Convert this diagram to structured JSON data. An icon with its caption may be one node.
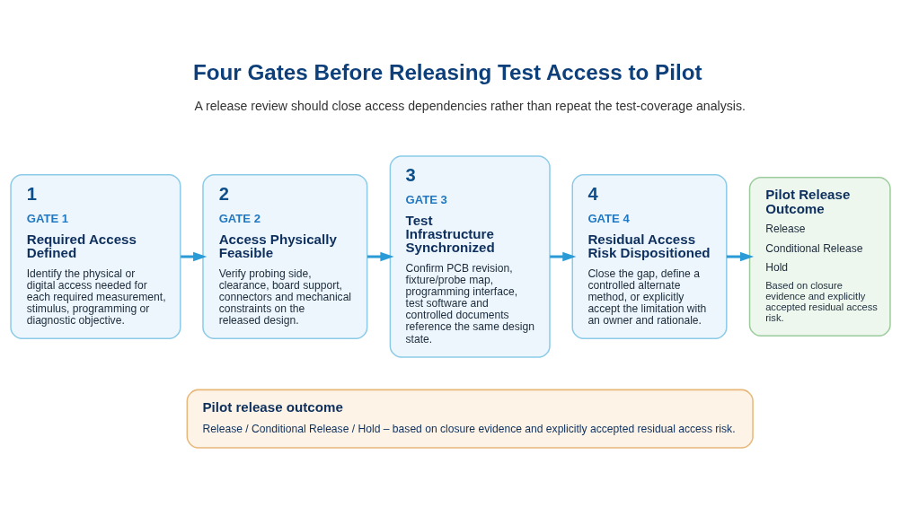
{
  "diagram": {
    "title": "Four Gates Before Releasing Test Access to Pilot",
    "nodes": [
      {
        "text": [
          "1",
          "GATE 1",
          "Required Access Defined",
          "Identify the physical or digital access needed for each required measurement, stimulus, programming or diagnostic objective."
        ]
      },
      {
        "text": [
          "2",
          "GATE 2",
          "Access Physically Feasible",
          "Verify probing side, clearance, board support, connectors and mechanical constraints on the released design."
        ]
      },
      {
        "text": [
          "3",
          "GATE 3",
          "Test Infrastructure Synchronized",
          "Confirm PCB revision, fixture/probe map, programming interface, test software and controlled documents reference the same design state."
        ]
      },
      {
        "text": [
          "4",
          "GATE 4",
          "Residual Access Risk Dispositioned",
          "Close the gap, define a controlled alternate method, or explicitly accept the limitation with an owner and rationale."
        ]
      },
      {
        "text": [
          "Pilot Release Outcome",
          "Release",
          "Conditional Release",
          "Hold",
          "Based on closure evidence and explicitly accepted residual access risk."
        ]
      },
      {
        "text": [
          "Pilot release outcome",
          "Release / Conditional Release / Hold – based on closure evidence and explicitly accepted residual access risk."
        ]
      }
    ],
    "edges": [
      {
        "from": 0,
        "to": 1,
        "arrow": "to"
      },
      {
        "from": 1,
        "to": 2,
        "arrow": "to"
      },
      {
        "from": 2,
        "to": 3,
        "arrow": "to"
      },
      {
        "from": 3,
        "to": 4,
        "arrow": "to"
      }
    ],
    "labels": [
      "A release review should close access dependencies rather than repeat the test-coverage analysis."
    ]
  }
}
